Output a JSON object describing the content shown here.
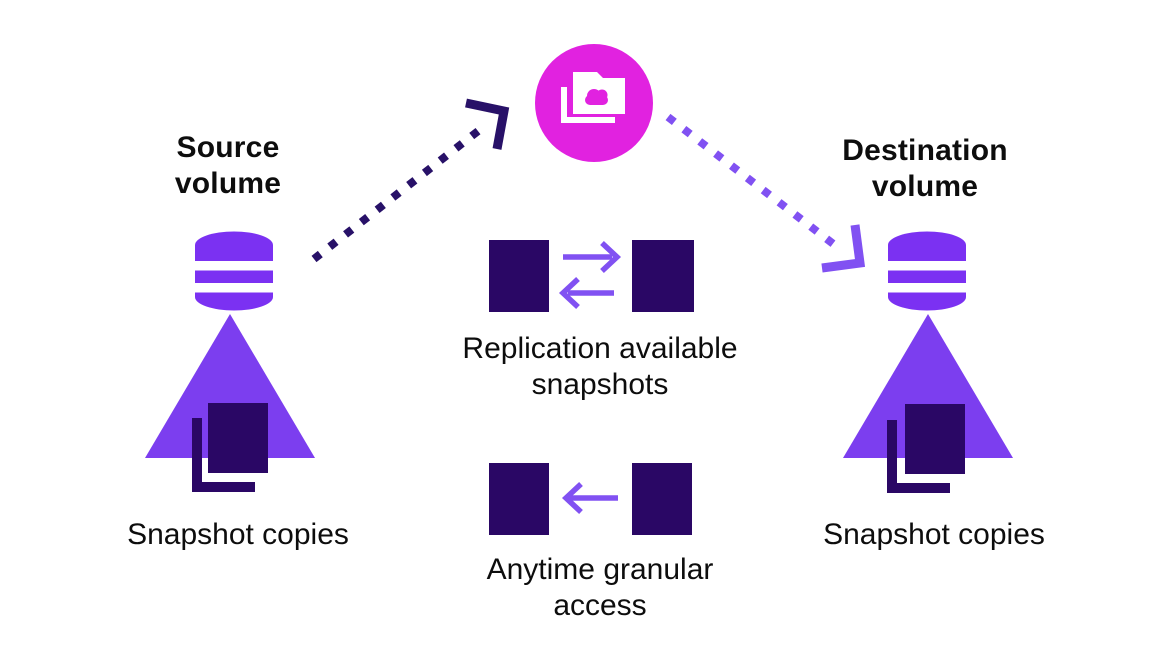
{
  "colors": {
    "bg": "#ffffff",
    "text": "#0d0d0d",
    "purple": "#7B31F2",
    "triangle": "#7C3EEF",
    "dark": "#2A0765",
    "navy": "#281168",
    "arrow": "#8151F2",
    "magenta": "#E122E0",
    "white": "#ffffff"
  },
  "source": {
    "title": "Source\nvolume",
    "caption": "Snapshot copies"
  },
  "destination": {
    "title": "Destination\nvolume",
    "caption": "Snapshot copies"
  },
  "center": {
    "replication_caption": "Replication available\nsnapshots",
    "access_caption": "Anytime granular\naccess"
  },
  "icons": {
    "cloud_folder": "cloud-folder-icon",
    "database": "database-cylinder-icon",
    "snapshot_stack": "snapshot-stack-icon",
    "dotted_arrow_up": "dotted-arrow-source-to-cloud",
    "dotted_arrow_down": "dotted-arrow-cloud-to-destination",
    "sync_arrows": "bidirectional-sync-arrows-icon",
    "restore_arrow": "left-arrow-icon"
  }
}
